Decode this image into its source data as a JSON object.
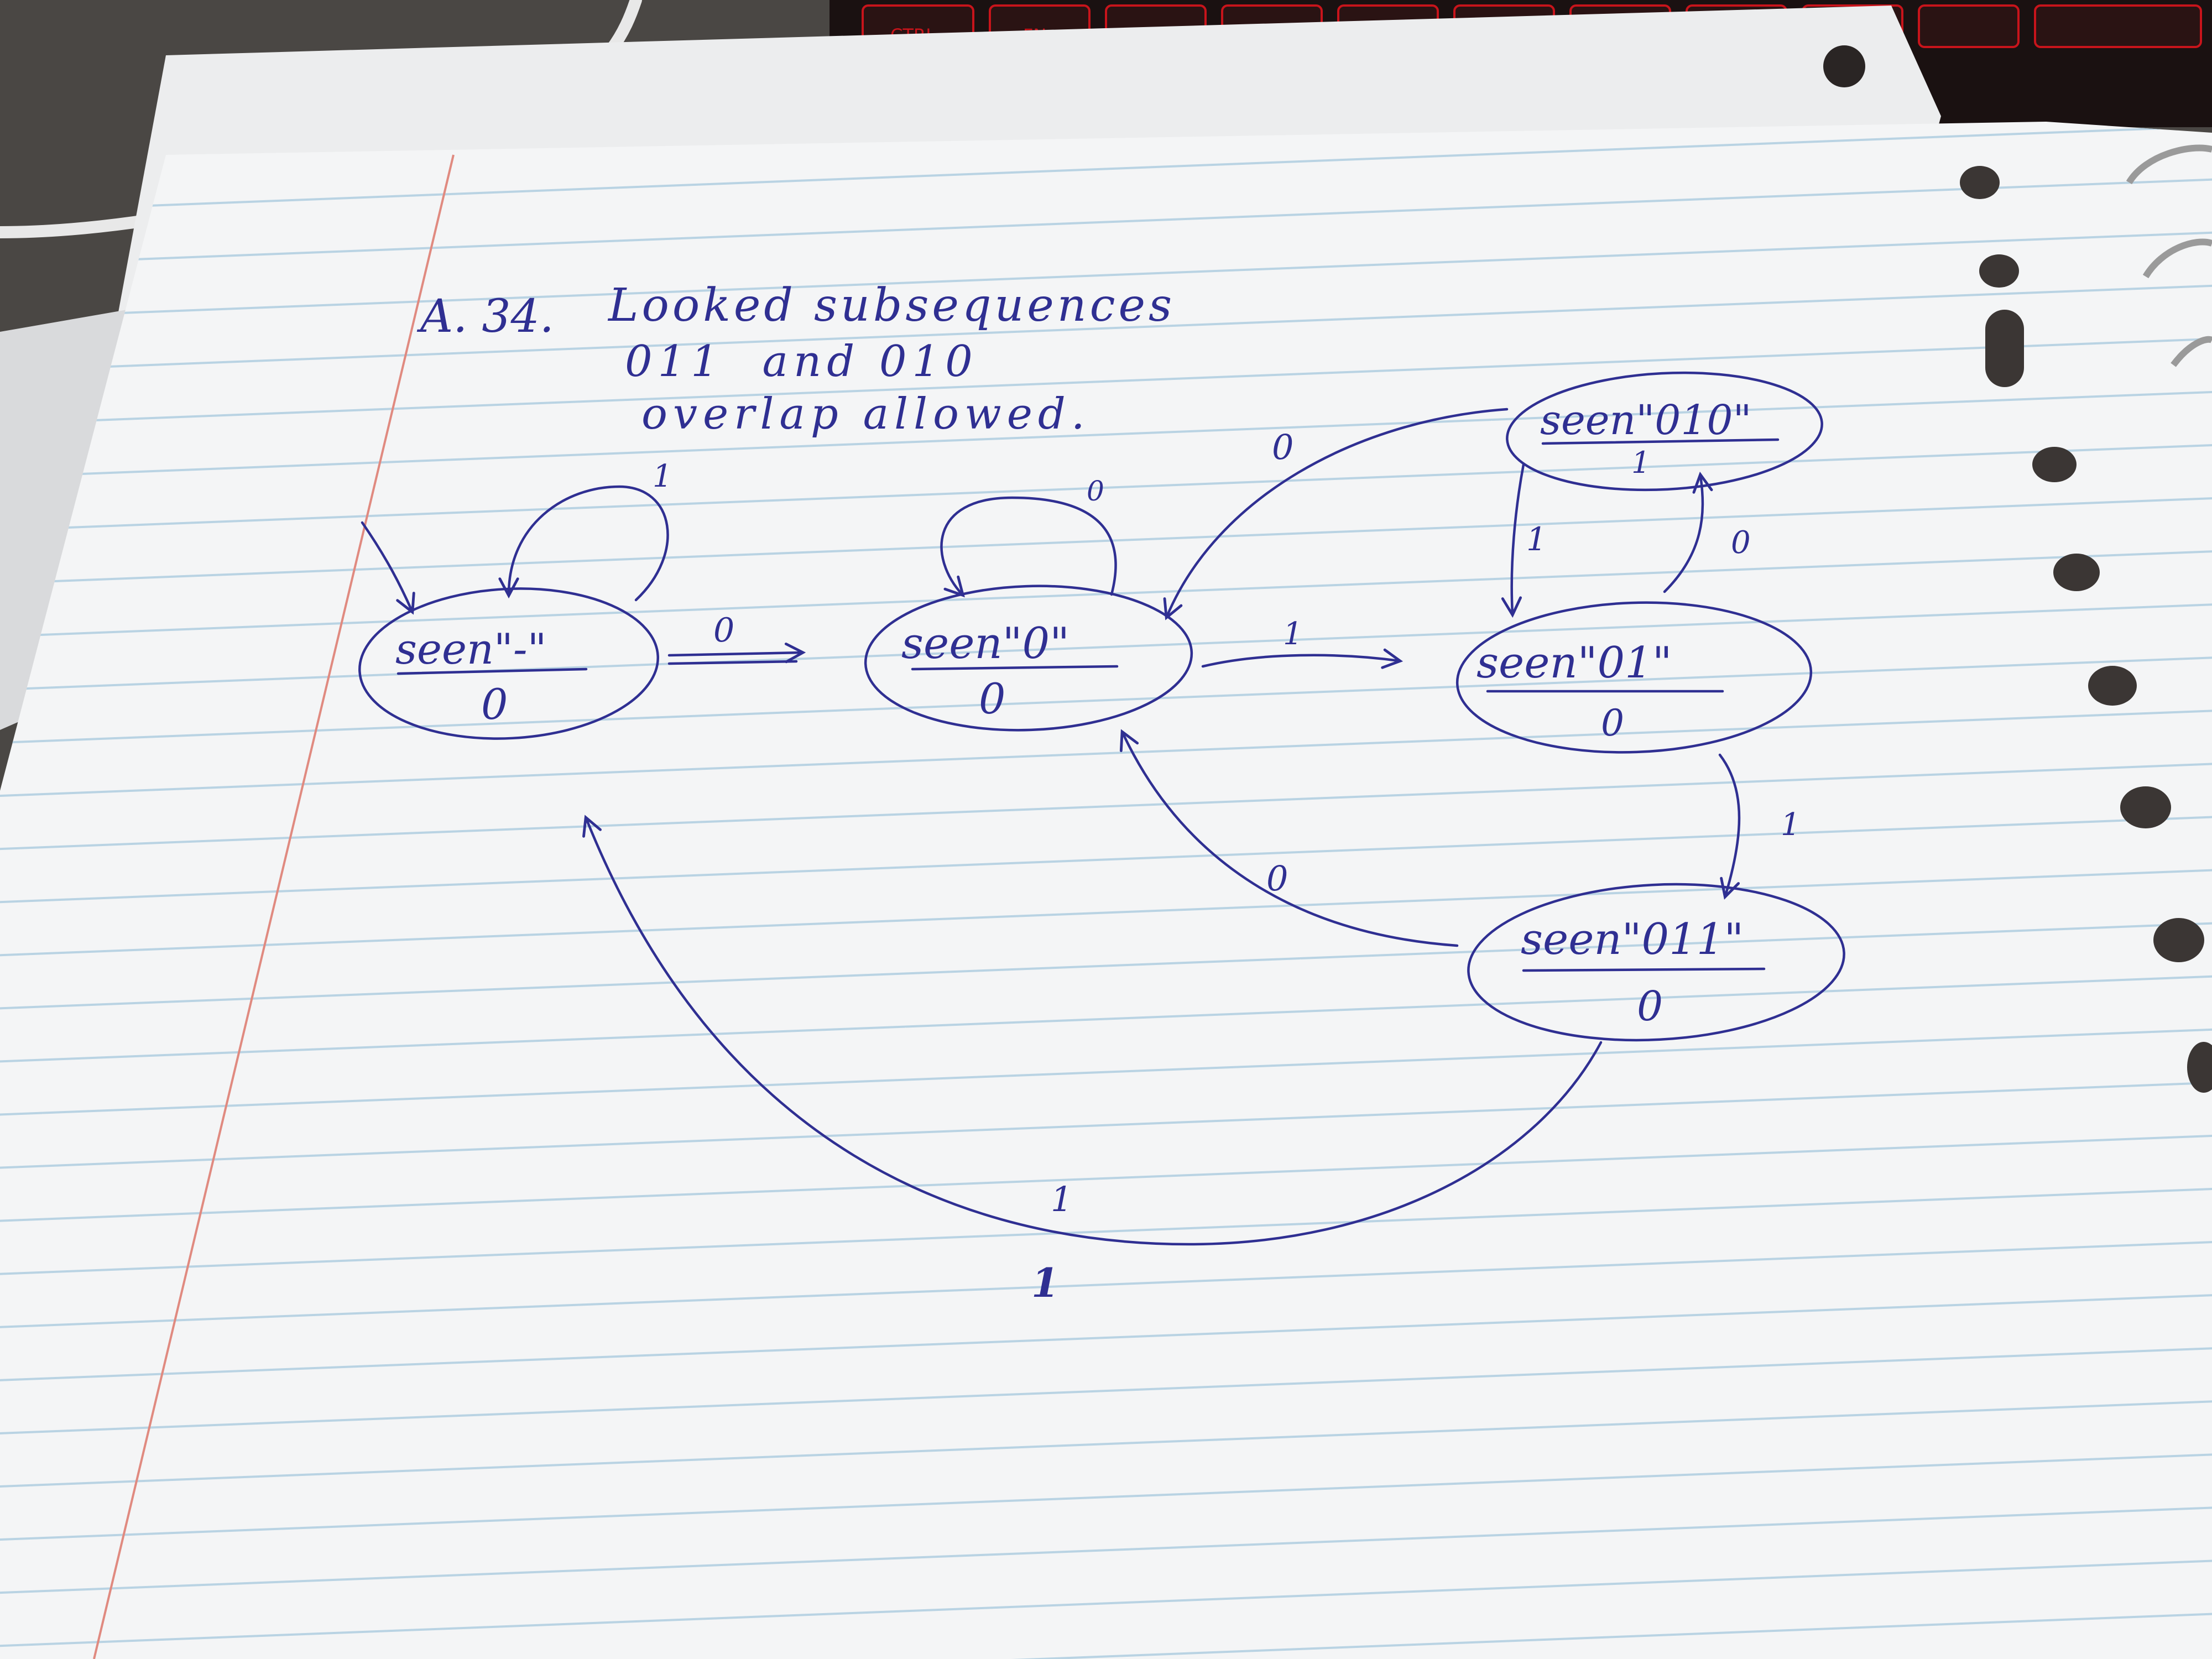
{
  "colors": {
    "ink": "#2f2f92",
    "paper": "#f4f5f6",
    "rule_line": "#b9d3e3",
    "margin_line": "#e08a80",
    "desk": "#4a4744",
    "keyboard_glow": "#c8141b"
  },
  "header": {
    "problem_number": "A. 34.",
    "title_line1": "Looked subsequences",
    "title_line2": "011  and 010",
    "title_line3": "overlap allowed."
  },
  "states": [
    {
      "id": "s_start",
      "label": "seen\"-\"",
      "output": "0"
    },
    {
      "id": "s0",
      "label": "seen\"0\"",
      "output": "0"
    },
    {
      "id": "s01",
      "label": "seen\"01\"",
      "output": "0"
    },
    {
      "id": "s010",
      "label": "seen\"010\"",
      "output": "1"
    },
    {
      "id": "s011",
      "label": "seen\"011\"",
      "output": "0"
    }
  ],
  "transitions": [
    {
      "from": "s_start",
      "to": "s_start",
      "input": "1"
    },
    {
      "from": "s_start",
      "to": "s0",
      "input": "0"
    },
    {
      "from": "s0",
      "to": "s0",
      "input": "0"
    },
    {
      "from": "s0",
      "to": "s01",
      "input": "1"
    },
    {
      "from": "s01",
      "to": "s010",
      "input": "0"
    },
    {
      "from": "s010",
      "to": "s01",
      "input": "1"
    },
    {
      "from": "s010",
      "to": "s0",
      "input": "0"
    },
    {
      "from": "s01",
      "to": "s011",
      "input": "1"
    },
    {
      "from": "s011",
      "to": "s0",
      "input": "0"
    },
    {
      "from": "s011",
      "to": "s_start",
      "input": "1"
    }
  ],
  "stray_mark": "1",
  "keyboard_keys": [
    "CTRL",
    "FN"
  ]
}
